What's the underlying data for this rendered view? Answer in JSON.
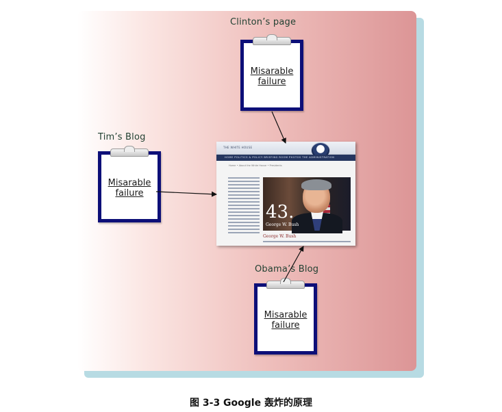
{
  "diagram": {
    "nodes": {
      "clinton": {
        "title": "Clinton’s page",
        "text_line1": "Misarable",
        "text_line2": "failure"
      },
      "tim": {
        "title": "Tim’s Blog",
        "text_line1": "Misarable",
        "text_line2": "failure"
      },
      "obama": {
        "title": "Obama’s Blog",
        "text_line1": "Misarable",
        "text_line2": "failure"
      }
    },
    "target": {
      "description_icon": "whitehouse-screenshot",
      "header_text": "THE WHITE HOUSE",
      "nav_text": "HOME  POLITICS & POLICY  BRIEFING ROOM  PHOTOS  THE ADMINISTRATION",
      "breadcrumb": "Home • About the White House • Presidents",
      "photo_number": "43.",
      "photo_name": "George W. Bush",
      "caption": "George W. Bush"
    },
    "edges": [
      {
        "from": "clinton",
        "to": "target"
      },
      {
        "from": "tim",
        "to": "target"
      },
      {
        "from": "obama",
        "to": "target"
      }
    ],
    "colors": {
      "clipboard_border": "#0d0f78",
      "panel_right": "#dc9596",
      "panel_shadow": "#b7dbe3"
    }
  },
  "figure_caption": "图 3-3    Google 轰炸的原理"
}
